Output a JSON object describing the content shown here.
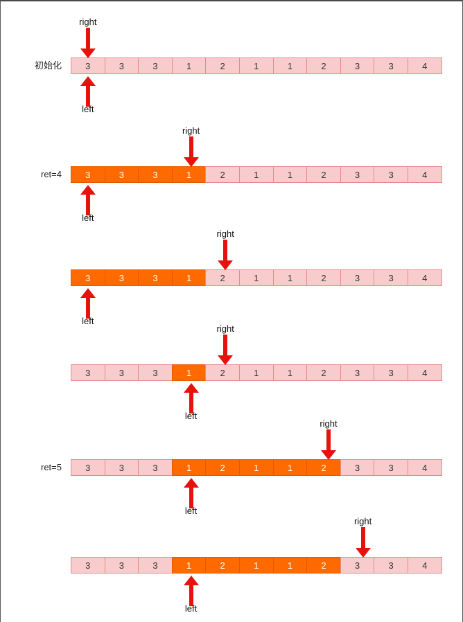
{
  "colors": {
    "cell": "#f8cccc",
    "highlight": "#ff6a00",
    "arrow": "#e8120c"
  },
  "rows": [
    {
      "label": "初始化",
      "values": [
        "3",
        "3",
        "3",
        "1",
        "2",
        "1",
        "1",
        "2",
        "3",
        "3",
        "4"
      ],
      "hl": [],
      "right": {
        "text": "right",
        "index": 0
      },
      "left": {
        "text": "left",
        "index": 0
      }
    },
    {
      "label": "ret=4",
      "values": [
        "3",
        "3",
        "3",
        "1",
        "2",
        "1",
        "1",
        "2",
        "3",
        "3",
        "4"
      ],
      "hl": [
        0,
        1,
        2,
        3
      ],
      "right": {
        "text": "right",
        "index": 3
      },
      "left": {
        "text": "left",
        "index": 0
      }
    },
    {
      "label": "",
      "values": [
        "3",
        "3",
        "3",
        "1",
        "2",
        "1",
        "1",
        "2",
        "3",
        "3",
        "4"
      ],
      "hl": [
        0,
        1,
        2,
        3
      ],
      "right": {
        "text": "right",
        "index": 4
      },
      "left": {
        "text": "left",
        "index": 0
      }
    },
    {
      "label": "",
      "values": [
        "3",
        "3",
        "3",
        "1",
        "2",
        "1",
        "1",
        "2",
        "3",
        "3",
        "4"
      ],
      "hl": [
        3
      ],
      "right": {
        "text": "right",
        "index": 4
      },
      "left": {
        "text": "left",
        "index": 3
      }
    },
    {
      "label": "ret=5",
      "values": [
        "3",
        "3",
        "3",
        "1",
        "2",
        "1",
        "1",
        "2",
        "3",
        "3",
        "4"
      ],
      "hl": [
        3,
        4,
        5,
        6,
        7
      ],
      "right": {
        "text": "right",
        "index": 7
      },
      "left": {
        "text": "left",
        "index": 3
      }
    },
    {
      "label": "",
      "values": [
        "3",
        "3",
        "3",
        "1",
        "2",
        "1",
        "1",
        "2",
        "3",
        "3",
        "4"
      ],
      "hl": [
        3,
        4,
        5,
        6,
        7
      ],
      "right": {
        "text": "right",
        "index": 8
      },
      "left": {
        "text": "left",
        "index": 3
      }
    }
  ]
}
